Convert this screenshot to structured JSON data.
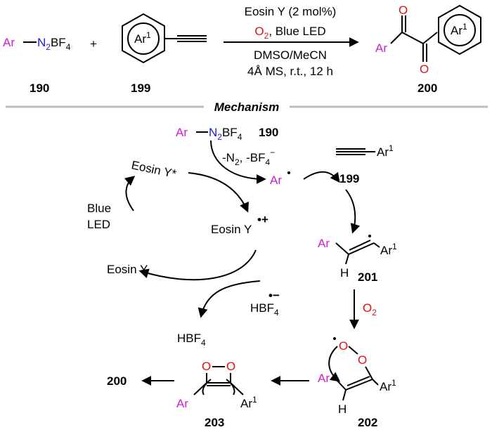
{
  "reaction": {
    "reagent_ar": "Ar",
    "reagent_n": "N",
    "reagent_n_sub": "2",
    "reagent_bf": "BF",
    "reagent_bf_sub": "4",
    "reagent_label": "190",
    "plus": "+",
    "alkyne_ring": "Ar",
    "alkyne_ring_sup": "1",
    "alkyne_label": "199",
    "cond_1": "Eosin Y (2 mol%)",
    "cond_2_o": "O",
    "cond_2_sub": "2",
    "cond_2_rest": ", Blue LED",
    "cond_3": "DMSO/MeCN",
    "cond_4": "4Å MS, r.t., 12 h",
    "product_ar": "Ar",
    "product_ring": "Ar",
    "product_ring_sup": "1",
    "product_o_top": "O",
    "product_o_bottom": "O",
    "product_label": "200"
  },
  "section": {
    "title": "Mechanism"
  },
  "mechanism": {
    "start_ar": "Ar",
    "start_n": "N",
    "start_n_sub": "2",
    "start_bf": "BF",
    "start_bf_sub": "4",
    "start_label": "190",
    "loss_text": "-N",
    "loss_sub": "2",
    "loss_text2": ", -BF",
    "loss_sub2": "4",
    "loss_sup": "−",
    "eosin_excited": "Eosin Y*",
    "blue": "Blue",
    "led": "LED",
    "eosin_radical_cation": "Eosin Y",
    "radical_cation_sup": "•+",
    "eosin_ground": "Eosin Y",
    "hbf4_radical": "HBF",
    "hbf4_radical_sub": "4",
    "hbf4_radical_sup": "•−",
    "hbf4": "HBF",
    "hbf4_sub": "4",
    "ar_radical": "Ar",
    "alkyne_ar1": "Ar",
    "alkyne_ar1_sup": "1",
    "alkyne_label": "199",
    "vinyl_ar": "Ar",
    "vinyl_h": "H",
    "vinyl_ar1": "Ar",
    "vinyl_ar1_sup": "1",
    "vinyl_label": "201",
    "o2_o": "O",
    "o2_sub": "2",
    "peroxy_o1": "O",
    "peroxy_o2": "O",
    "peroxy_ar": "Ar",
    "peroxy_h": "H",
    "peroxy_ar1": "Ar",
    "peroxy_ar1_sup": "1",
    "peroxy_label": "202",
    "dioxetane_o1": "O",
    "dioxetane_o2": "O",
    "dioxetane_ar": "Ar",
    "dioxetane_ar1": "Ar",
    "dioxetane_ar1_sup": "1",
    "dioxetane_label": "203",
    "final_label": "200"
  },
  "colors": {
    "aryl": "#d21cd2",
    "nitrogen": "#1a1ad8",
    "oxygen": "#e01010",
    "divider": "#bdbdbd"
  }
}
